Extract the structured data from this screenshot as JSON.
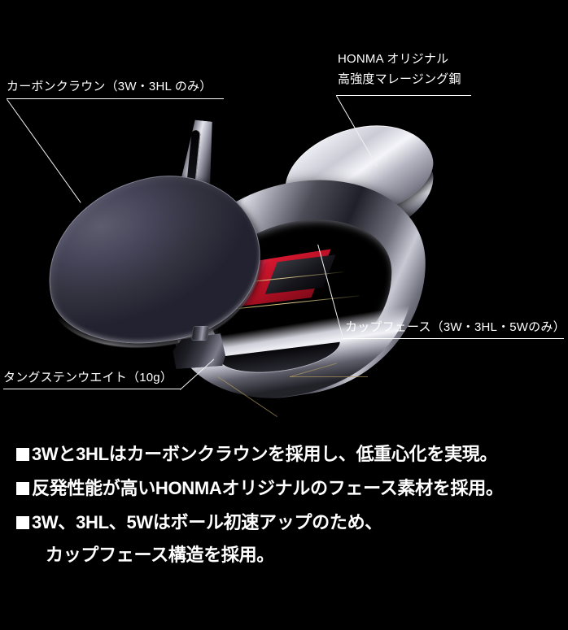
{
  "background_color": "#000000",
  "text_color": "#ffffff",
  "accent_red": "#cc1828",
  "callouts": {
    "carbon_crown": {
      "name": "carbon-crown",
      "text": "カーボンクラウン（3W・3HL のみ）"
    },
    "maraging": {
      "name": "maraging-steel",
      "line1": "HONMA オリジナル",
      "line2": "高強度マレージング鋼"
    },
    "cup_face": {
      "name": "cup-face",
      "text": "カップフェース（3W・3HL・5Wのみ）"
    },
    "tungsten_weight": {
      "name": "tungsten-weight",
      "text": "タングステンウエイト（10g）"
    }
  },
  "diagram": {
    "title": "golf-fairway-wood-exploded-view",
    "parts": [
      {
        "name": "carbon-crown",
        "color": "#46455a"
      },
      {
        "name": "club-body-chrome",
        "color": "#c9c9d4"
      },
      {
        "name": "cup-face-plate",
        "color": "#e9e9f0"
      },
      {
        "name": "internal-red-component",
        "color": "#cc1828"
      },
      {
        "name": "tungsten-weight",
        "color": "#2a2a33"
      },
      {
        "name": "hosel",
        "color": "#9a9aa9"
      }
    ]
  },
  "features": {
    "items": [
      {
        "text": "3Wと3HLはカーボンクラウンを採用し、低重心化を実現。",
        "continuation": ""
      },
      {
        "text": "反発性能が高いHONMAオリジナルのフェース素材を採用。",
        "continuation": ""
      },
      {
        "text": "3W、3HL、5Wはボール初速アップのため、",
        "continuation": "カップフェース構造を採用。"
      }
    ]
  }
}
